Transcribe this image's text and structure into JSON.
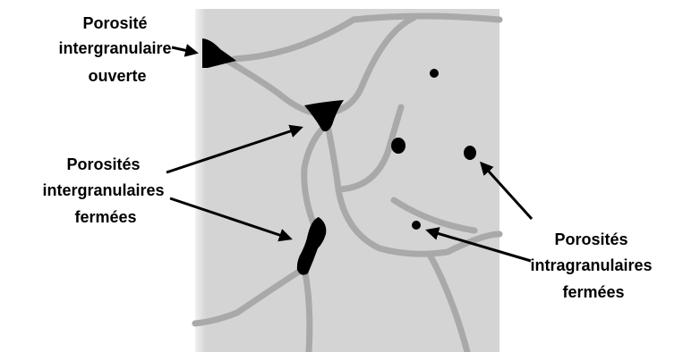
{
  "labels": {
    "open_intergranular": [
      "Porosité",
      "intergranulaire",
      "ouverte"
    ],
    "closed_intergranular": [
      "Porosités",
      "intergranulaires",
      "fermées"
    ],
    "closed_intragranular": [
      "Porosités",
      "intragranulaires",
      "fermées"
    ]
  },
  "colors": {
    "background": "#ffffff",
    "grain": "#d4d4d4",
    "grain_boundary": "#a9a9a9",
    "pore": "#000000",
    "text": "#000000"
  }
}
